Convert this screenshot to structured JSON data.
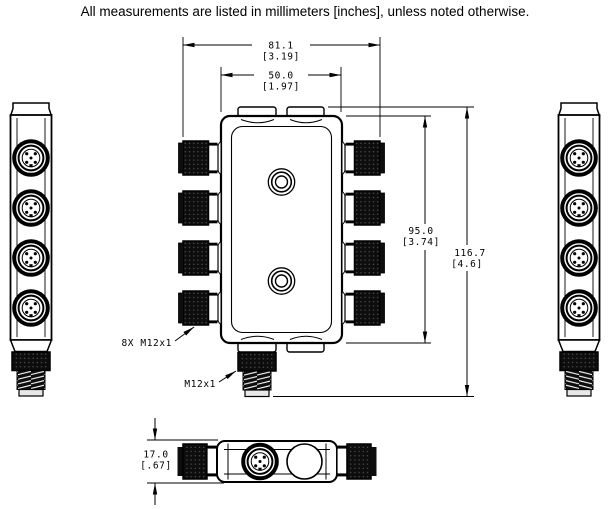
{
  "title": "All measurements are listed in millimeters [inches], unless noted otherwise.",
  "drawing": {
    "dimensions": {
      "overall_width_mm": "81.1",
      "overall_width_in": "[3.19]",
      "body_width_mm": "50.0",
      "body_width_in": "[1.97]",
      "body_height_mm": "95.0",
      "body_height_in": "[3.74]",
      "overall_height_mm": "116.7",
      "overall_height_in": "[4.6]",
      "thickness_mm": "17.0",
      "thickness_in": "[.67]"
    },
    "labels": {
      "side_connectors": "8X M12x1",
      "bottom_connector": "M12x1"
    },
    "colors": {
      "ink": "#000000",
      "paper": "#ffffff",
      "connector_black": "#0d0d0d"
    }
  }
}
